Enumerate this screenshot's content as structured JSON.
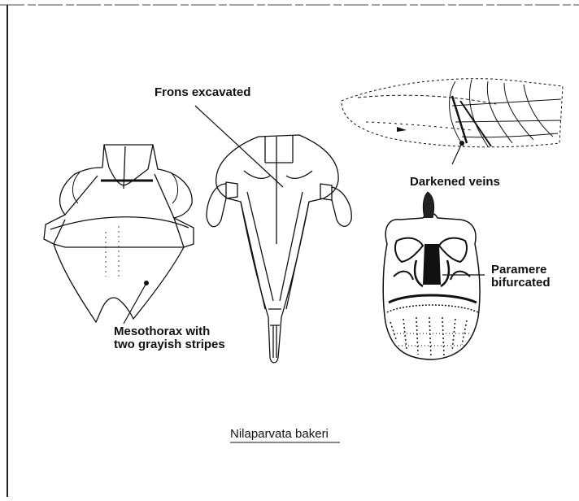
{
  "labels": {
    "frons": "Frons excavated",
    "veins": "Darkened veins",
    "paramere_line1": "Paramere",
    "paramere_line2": "bifurcated",
    "mesothorax_line1": "Mesothorax with",
    "mesothorax_line2": "two grayish stripes"
  },
  "caption": "Nilaparvata bakeri",
  "colors": {
    "ink": "#111111",
    "background": "#ffffff"
  }
}
